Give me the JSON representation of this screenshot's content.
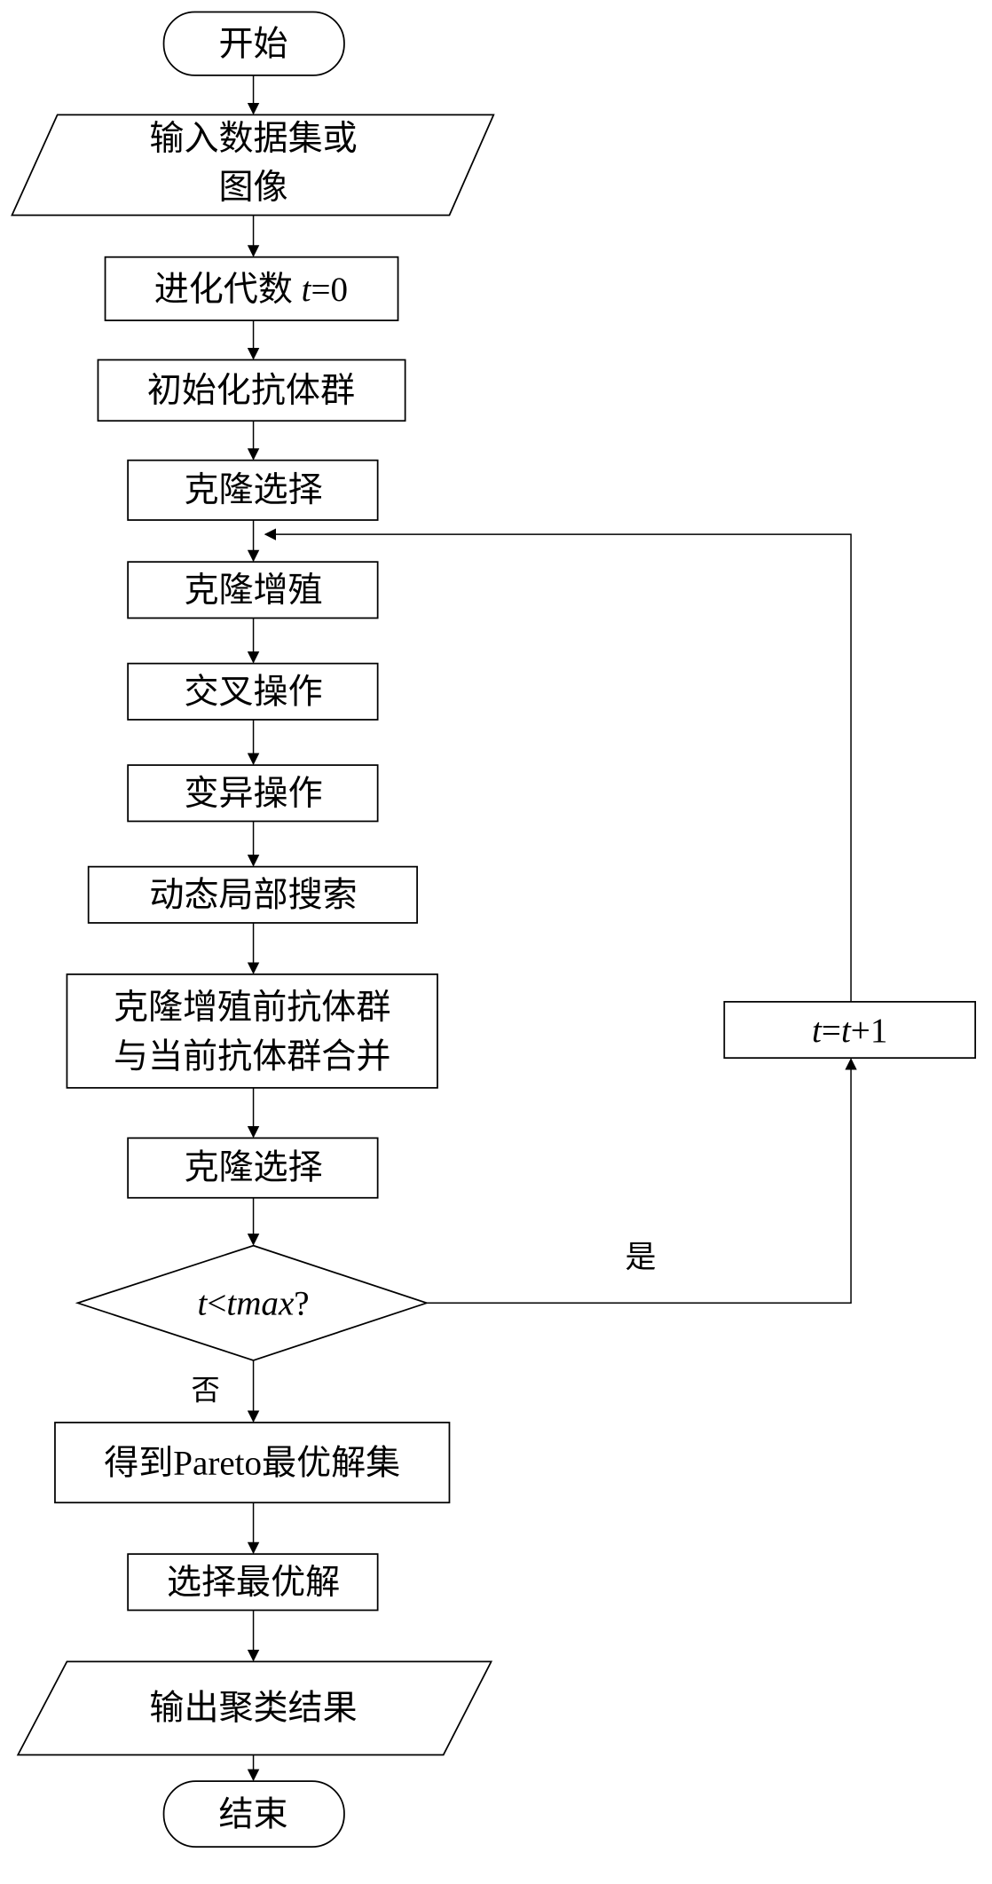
{
  "flowchart": {
    "start": "开始",
    "input_line1": "输入数据集或",
    "input_line2": "图像",
    "init_gen": {
      "prefix": "进化代数 ",
      "var": "t",
      "suffix": "=0"
    },
    "init_pop": "初始化抗体群",
    "clone_select_1": "克隆选择",
    "clone_prolif": "克隆增殖",
    "crossover": "交叉操作",
    "mutation": "变异操作",
    "local_search": "动态局部搜索",
    "merge_line1": "克隆增殖前抗体群",
    "merge_line2": "与当前抗体群合并",
    "clone_select_2": "克隆选择",
    "decision": {
      "var1": "t",
      "op": "<",
      "var2": "tmax",
      "q": "?"
    },
    "yes_label": "是",
    "no_label": "否",
    "increment": {
      "var1": "t",
      "eq": "=",
      "var2": "t",
      "suffix": "+1"
    },
    "pareto": "得到Pareto最优解集",
    "select_best": "选择最优解",
    "output": "输出聚类结果",
    "end": "结束"
  }
}
